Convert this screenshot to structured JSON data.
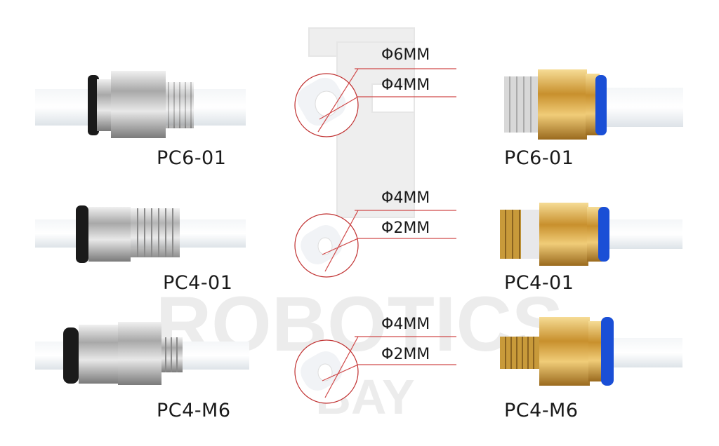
{
  "watermark": {
    "line1": "ROBOTICS",
    "line2": "BAY"
  },
  "rows": [
    {
      "left_label": "PC6-01",
      "outer_diameter": "Φ6MM",
      "inner_diameter": "Φ4MM",
      "right_label": "PC6-01"
    },
    {
      "left_label": "PC4-01",
      "outer_diameter": "Φ4MM",
      "inner_diameter": "Φ2MM",
      "right_label": "PC4-01"
    },
    {
      "left_label": "PC4-M6",
      "outer_diameter": "Φ4MM",
      "inner_diameter": "Φ2MM",
      "right_label": "PC4-M6"
    }
  ],
  "colors": {
    "accent_line": "#d04a4a",
    "brass": "#d8a84a",
    "silver": "#c8c8c8",
    "collet_blue": "#1a4fd6",
    "collet_black": "#1a1a1a"
  }
}
